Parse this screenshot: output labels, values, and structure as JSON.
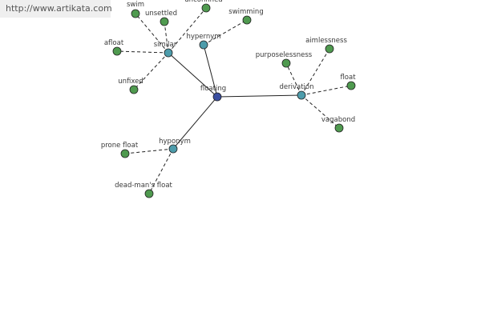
{
  "watermark": "http://www.artikata.com",
  "colors": {
    "root": "#3b4fa0",
    "relation": "#4d9cab",
    "leaf": "#4f9a4f",
    "node_stroke": "#222222",
    "edge": "#222222"
  },
  "graph": {
    "nodes": [
      {
        "id": "floating",
        "label": "floating",
        "kind": "root"
      },
      {
        "id": "similar",
        "label": "similar",
        "kind": "relation"
      },
      {
        "id": "hypernym",
        "label": "hypernym",
        "kind": "relation"
      },
      {
        "id": "derivation",
        "label": "derivation",
        "kind": "relation"
      },
      {
        "id": "hyponym",
        "label": "hyponym",
        "kind": "relation"
      },
      {
        "id": "swim",
        "label": "swim",
        "kind": "leaf"
      },
      {
        "id": "unsettled",
        "label": "unsettled",
        "kind": "leaf"
      },
      {
        "id": "unconfined",
        "label": "unconfined",
        "kind": "leaf"
      },
      {
        "id": "swimming",
        "label": "swimming",
        "kind": "leaf"
      },
      {
        "id": "afloat",
        "label": "afloat",
        "kind": "leaf"
      },
      {
        "id": "unfixed",
        "label": "unfixed",
        "kind": "leaf"
      },
      {
        "id": "aimlessness",
        "label": "aimlessness",
        "kind": "leaf"
      },
      {
        "id": "purposelessness",
        "label": "purposelessness",
        "kind": "leaf"
      },
      {
        "id": "float",
        "label": "float",
        "kind": "leaf"
      },
      {
        "id": "vagabond",
        "label": "vagabond",
        "kind": "leaf"
      },
      {
        "id": "prone-float",
        "label": "prone float",
        "kind": "leaf"
      },
      {
        "id": "dead-mans-float",
        "label": "dead-man's float",
        "kind": "leaf"
      }
    ],
    "edges": [
      {
        "from": "floating",
        "to": "similar",
        "style": "solid"
      },
      {
        "from": "floating",
        "to": "hypernym",
        "style": "solid"
      },
      {
        "from": "floating",
        "to": "derivation",
        "style": "solid"
      },
      {
        "from": "floating",
        "to": "hyponym",
        "style": "solid"
      },
      {
        "from": "similar",
        "to": "swim",
        "style": "dashed"
      },
      {
        "from": "similar",
        "to": "unsettled",
        "style": "dashed"
      },
      {
        "from": "similar",
        "to": "unconfined",
        "style": "dashed"
      },
      {
        "from": "similar",
        "to": "afloat",
        "style": "dashed"
      },
      {
        "from": "similar",
        "to": "unfixed",
        "style": "dashed"
      },
      {
        "from": "hypernym",
        "to": "swimming",
        "style": "dashed"
      },
      {
        "from": "derivation",
        "to": "aimlessness",
        "style": "dashed"
      },
      {
        "from": "derivation",
        "to": "purposelessness",
        "style": "dashed"
      },
      {
        "from": "derivation",
        "to": "float",
        "style": "dashed"
      },
      {
        "from": "derivation",
        "to": "vagabond",
        "style": "dashed"
      },
      {
        "from": "hyponym",
        "to": "prone-float",
        "style": "dashed"
      },
      {
        "from": "hyponym",
        "to": "dead-mans-float",
        "style": "dashed"
      }
    ]
  }
}
